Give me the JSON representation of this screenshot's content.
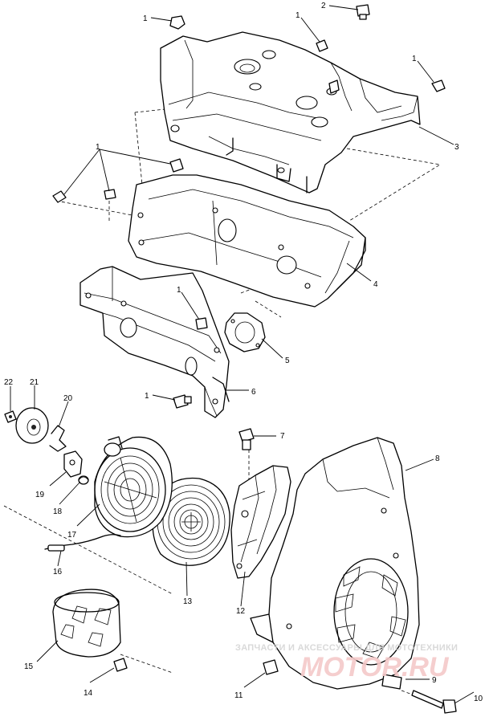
{
  "callouts": {
    "c1a": "1",
    "c1b": "1",
    "c2": "2",
    "c1c": "1",
    "c3": "3",
    "c1d": "1",
    "c4": "4",
    "c1e": "1",
    "c5": "5",
    "c6": "6",
    "c1f": "1",
    "c22": "22",
    "c21": "21",
    "c20": "20",
    "c7": "7",
    "c8": "8",
    "c19": "19",
    "c18": "18",
    "c17": "17",
    "c16": "16",
    "c13": "13",
    "c12": "12",
    "c15": "15",
    "c14": "14",
    "c11": "11",
    "c9": "9",
    "c10": "10"
  },
  "watermark": {
    "line1": "ЗАПЧАСТИ И АКСЕССУАРЫ ДЛЯ МОТОТЕХНИКИ",
    "line2": "MOTOR.RU"
  }
}
